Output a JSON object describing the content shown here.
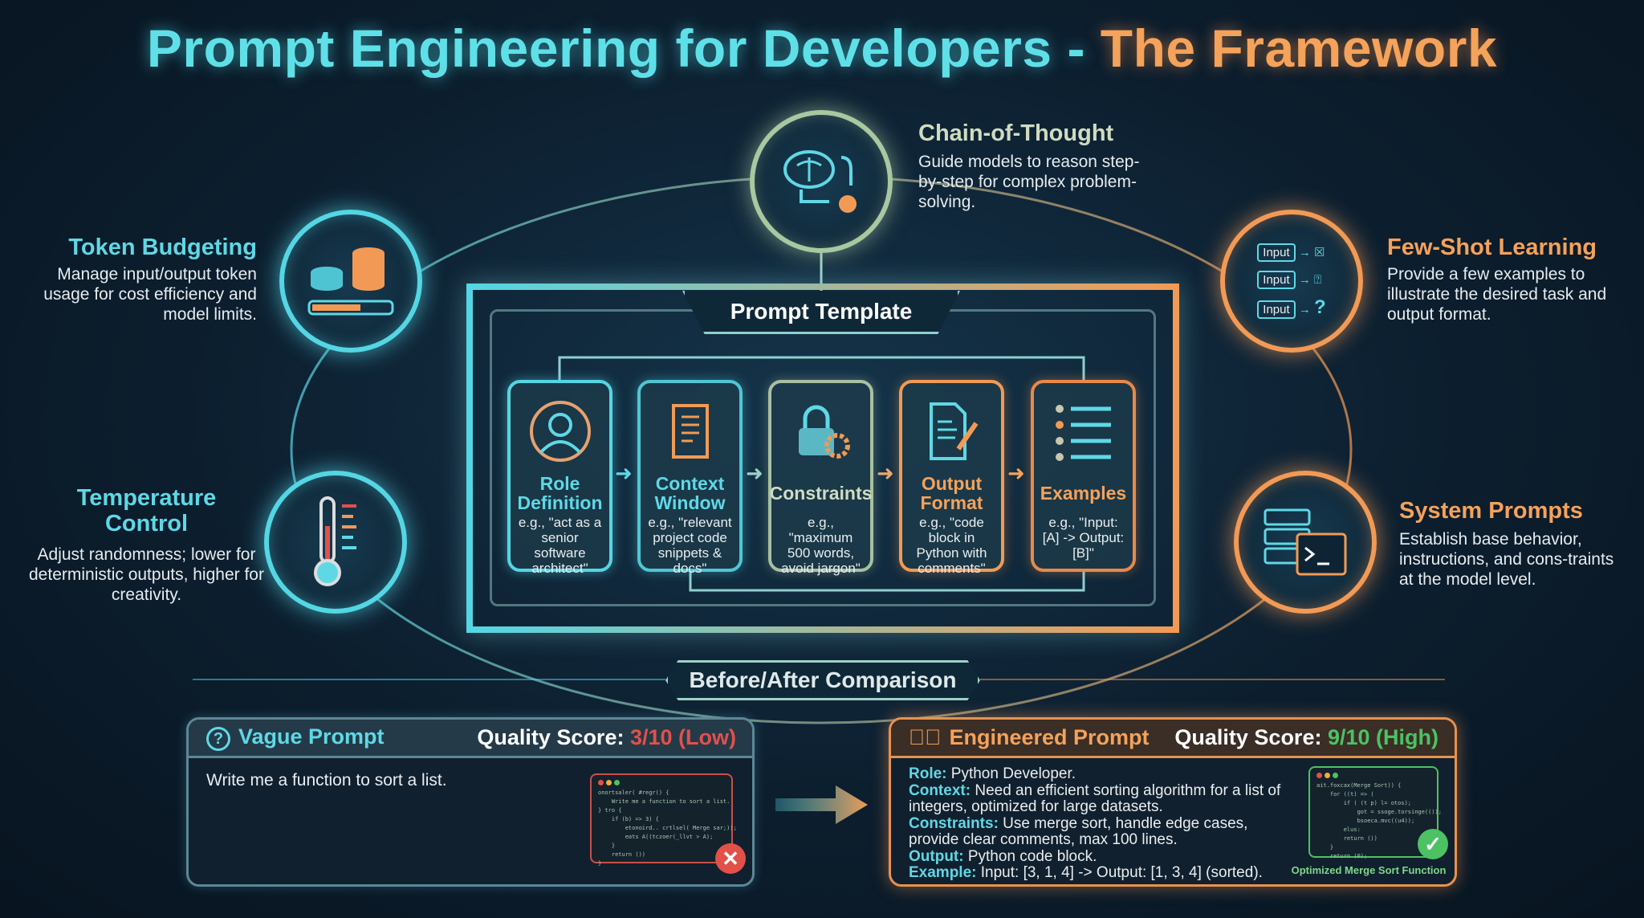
{
  "title": {
    "part1": "Prompt Engineering for Developers - ",
    "part2": "The Framework"
  },
  "colors": {
    "teal": "#54d6e4",
    "orange": "#f29a55",
    "red": "#e2504a",
    "green": "#4cc263"
  },
  "nodes": {
    "chain_of_thought": {
      "title": "Chain-of-Thought",
      "desc": "Guide models to reason step-by-step for complex problem-solving.",
      "icon": "brain-gear-icon"
    },
    "token_budgeting": {
      "title": "Token Budgeting",
      "desc": "Manage input/output token usage for cost efficiency and model limits.",
      "icon": "coin-stack-icon"
    },
    "temperature": {
      "title": "Temperature Control",
      "desc": "Adjust randomness; lower for deterministic outputs, higher for creativity.",
      "icon": "thermometer-icon"
    },
    "few_shot": {
      "title": "Few-Shot Learning",
      "desc": "Provide a few examples to illustrate the desired task and output format.",
      "icon": "input-examples-icon",
      "input_labels": [
        "Input",
        "Input",
        "Input"
      ]
    },
    "system_prompts": {
      "title": "System Prompts",
      "desc": "Establish base behavior, instructions, and cons-traints at the model level.",
      "icon": "server-terminal-icon"
    }
  },
  "template": {
    "title": "Prompt Template",
    "cards": [
      {
        "title": "Role Definition",
        "desc": "e.g., \"act as a senior software architect\"",
        "icon": "person-icon"
      },
      {
        "title": "Context Window",
        "desc": "e.g., \"relevant project code snippets & docs\"",
        "icon": "scroll-icon"
      },
      {
        "title": "Constraints",
        "desc": "e.g., \"maximum 500 words, avoid jargon\"",
        "icon": "lock-gear-icon"
      },
      {
        "title": "Output Format",
        "desc": "e.g., \"code block in Python with comments\"",
        "icon": "document-pencil-icon"
      },
      {
        "title": "Examples",
        "desc": "e.g., \"Input: [A] -> Output: [B]\"",
        "icon": "list-icon"
      }
    ]
  },
  "comparison": {
    "title": "Before/After Comparison",
    "vague": {
      "title": "Vague Prompt",
      "score_label": "Quality Score:",
      "score": "3/10 (Low)",
      "text": "Write me a function to sort a list.",
      "code": "onortsaler( #regr() {\n    Write me a function to sort a list.\n} tro {\n    if (b) => 3) {\n        etonoird.. crtlsel( Merge sar;));\n        eats A((tczoer(_llvt > A);\n    }\n    return ())\n}"
    },
    "engineered": {
      "title": "Engineered Prompt",
      "score_label": "Quality Score:",
      "score": "9/10 (High)",
      "lines": [
        {
          "k": "Role:",
          "v": " Python Developer."
        },
        {
          "k": "Context:",
          "v": " Need an efficient sorting algorithm for a list of integers, optimized for large datasets."
        },
        {
          "k": "Constraints:",
          "v": " Use merge sort, handle edge cases, provide clear comments, max 100 lines."
        },
        {
          "k": "Output:",
          "v": " Python code block."
        },
        {
          "k": "Example:",
          "v": " Input: [3, 1, 4] -> Output: [1, 3, 4] (sorted)."
        }
      ],
      "code": "ait.foxcax(Merge Sort)) {\n    for ((t) => (\n        if ( (t p) l= otos);\n            got = ssoge.torsinge(());\n            bsoeca.mvc((u4));\n        elus:\n        return ())\n    }\n    return (0);",
      "caption": "Optimized Merge Sort Function"
    }
  }
}
